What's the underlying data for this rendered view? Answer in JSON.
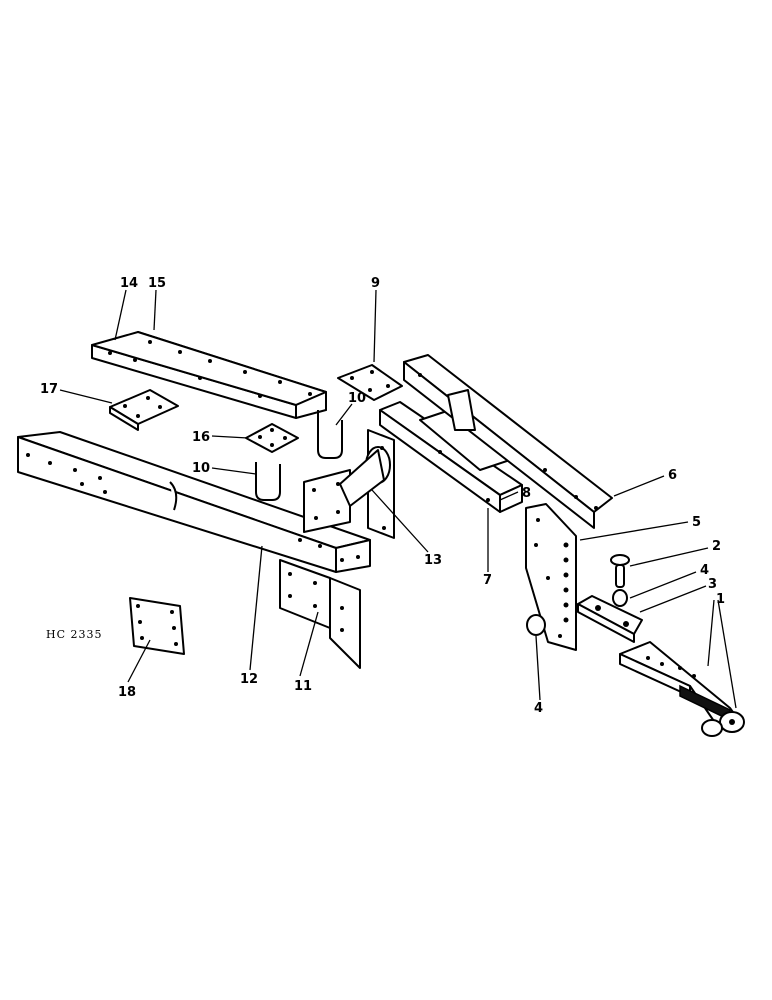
{
  "figure_code": "HC 2335",
  "callouts": [
    {
      "id": "c1",
      "text": "1"
    },
    {
      "id": "c2",
      "text": "2"
    },
    {
      "id": "c3",
      "text": "3"
    },
    {
      "id": "c4a",
      "text": "4"
    },
    {
      "id": "c4b",
      "text": "4"
    },
    {
      "id": "c5",
      "text": "5"
    },
    {
      "id": "c6",
      "text": "6"
    },
    {
      "id": "c7",
      "text": "7"
    },
    {
      "id": "c8",
      "text": "8"
    },
    {
      "id": "c9",
      "text": "9"
    },
    {
      "id": "c10a",
      "text": "10"
    },
    {
      "id": "c10b",
      "text": "10"
    },
    {
      "id": "c11",
      "text": "11"
    },
    {
      "id": "c12",
      "text": "12"
    },
    {
      "id": "c13",
      "text": "13"
    },
    {
      "id": "c14",
      "text": "14"
    },
    {
      "id": "c15",
      "text": "15"
    },
    {
      "id": "c16",
      "text": "16"
    },
    {
      "id": "c17",
      "text": "17"
    },
    {
      "id": "c18",
      "text": "18"
    }
  ]
}
